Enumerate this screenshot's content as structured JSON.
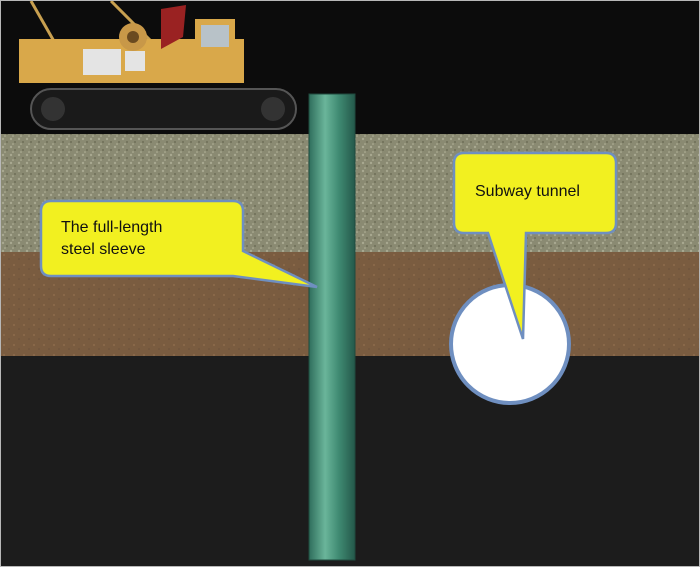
{
  "labels": {
    "steel_sleeve_line1": "The full-length",
    "steel_sleeve_line2": "steel sleeve",
    "subway_tunnel": "Subway tunnel"
  },
  "colors": {
    "sky": "#0c0c0c",
    "gravel_layer": "#8a8a72",
    "soil_layer": "#7a5c40",
    "deep_layer": "#1c1c1c",
    "sleeve": "#3f8a72",
    "callout_fill": "#f2f020",
    "callout_border": "#6f8fc0",
    "tunnel_fill": "#ffffff",
    "machine_body": "#d9a84a"
  },
  "icons": {
    "machine": "drilling-rig-icon"
  }
}
